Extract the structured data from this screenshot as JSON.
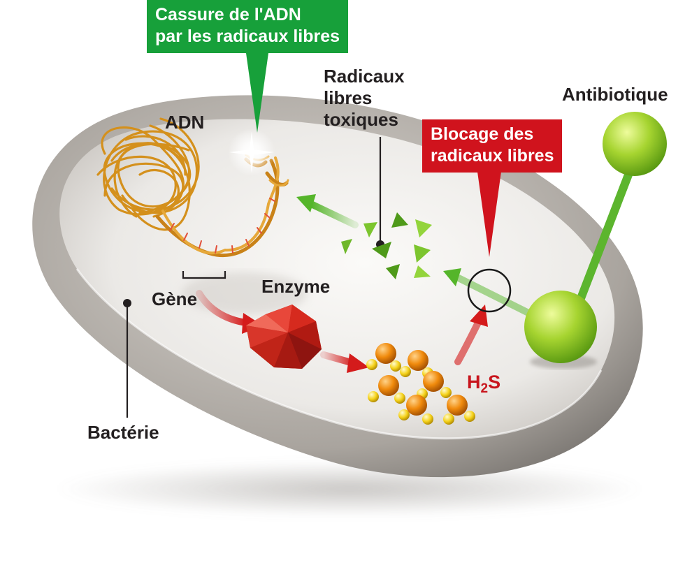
{
  "labels": {
    "dna_break": [
      "Cassure de l'ADN",
      "par les radicaux libres"
    ],
    "free_radicals": [
      "Radicaux",
      "libres",
      "toxiques"
    ],
    "blocking": [
      "Blocage des",
      "radicaux libres"
    ],
    "antibiotic": "Antibiotique",
    "dna": "ADN",
    "gene": "Gène",
    "enzyme": "Enzyme",
    "bacterium": "Bactérie",
    "h2s_base": "H",
    "h2s_sub": "2",
    "h2s_tail": "S"
  },
  "colors": {
    "green_label": "#17a03a",
    "red_label": "#d0131d",
    "h2s_text": "#c8151d",
    "dna_strand": "#d4901c",
    "enzyme": "#d62a1e",
    "h2s_sulfur": "#f08a0c",
    "h2s_hydrogen": "#f5d21a",
    "antibiotic": "#9ccc2a",
    "radical": "#7cc52e",
    "cell_wall": "#b9b4ae",
    "cytoplasm": "#eceae7"
  },
  "icons": [
    "dna-coil-icon",
    "dna-helix-icon",
    "enzyme-icosahedron-icon",
    "h2s-molecule-icon",
    "antibiotic-molecule-icon",
    "free-radical-icon",
    "blocking-circle-icon"
  ]
}
